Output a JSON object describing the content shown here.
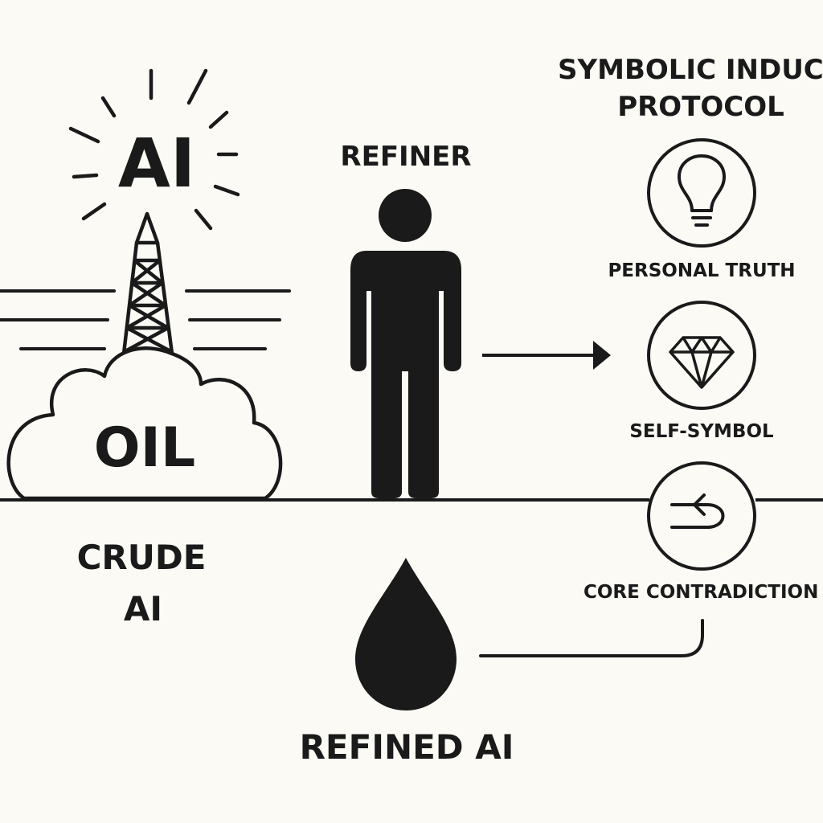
{
  "crude_block": {
    "burst_label": "AI",
    "cloud_label": "OIL",
    "caption_line1": "CRUDE",
    "caption_line2": "AI"
  },
  "refiner_block": {
    "label": "REFINER"
  },
  "protocol_block": {
    "title_line1": "SYMBOLIC INDUC",
    "title_line2": "PROTOCOL",
    "items": [
      {
        "label": "PERSONAL TRUTH",
        "icon": "lightbulb-icon"
      },
      {
        "label": "SELF-SYMBOL",
        "icon": "diamond-icon"
      },
      {
        "label": "CORE CONTRADICTION",
        "icon": "contradiction-arrows-icon"
      }
    ]
  },
  "output_block": {
    "label": "REFINED AI",
    "icon": "droplet-icon"
  },
  "colors": {
    "background": "#fbfaf5",
    "ink": "#1a1a1a"
  }
}
